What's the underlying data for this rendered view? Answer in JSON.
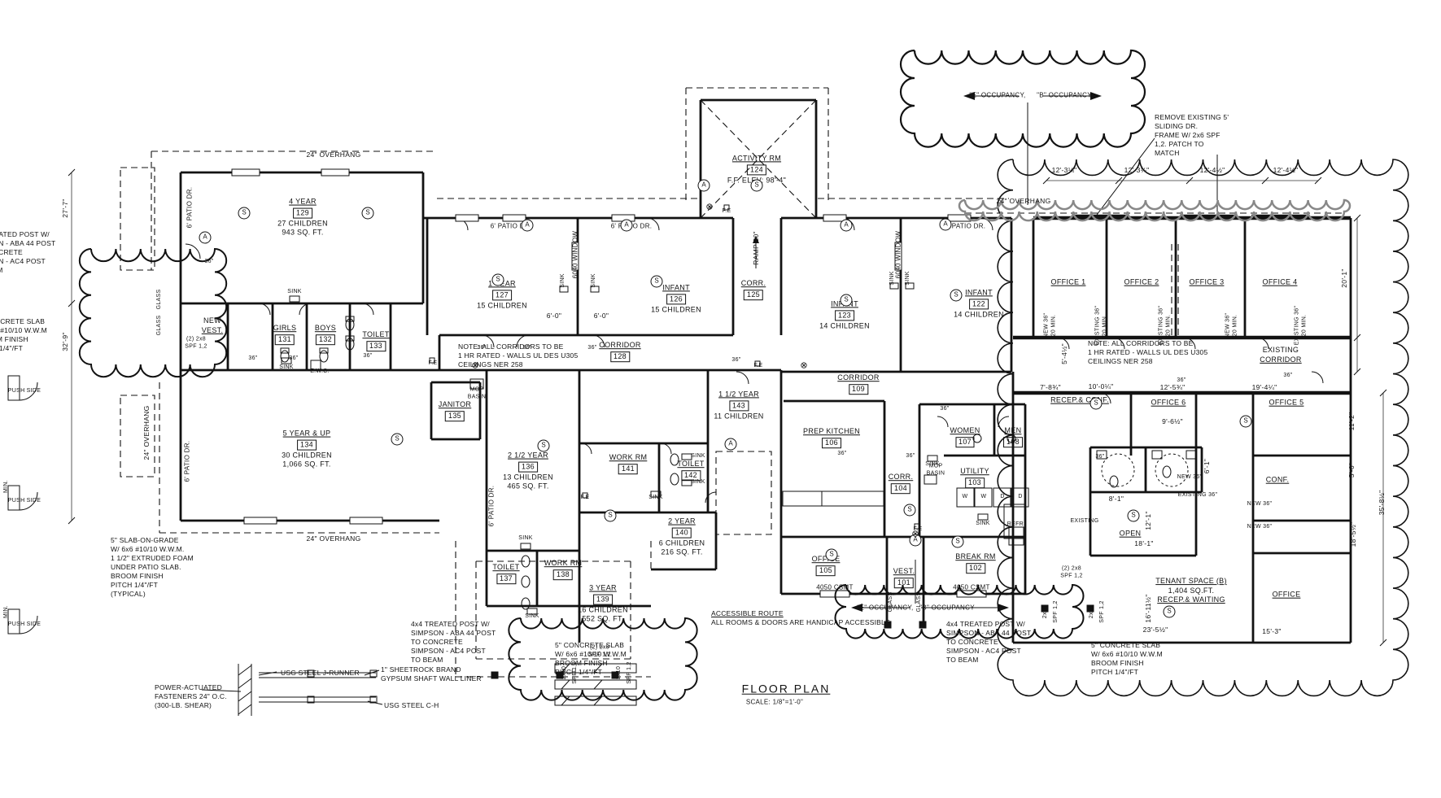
{
  "title": {
    "main": "FLOOR PLAN",
    "scale": "SCALE: 1/8\"=1'-0\""
  },
  "occupancy": {
    "e": "\"E\" OCCUPANCY,",
    "b": "\"B\" OCCUPANCY"
  },
  "rooms": {
    "r129": {
      "name": "4 YEAR",
      "num": "129",
      "l1": "27 CHILDREN",
      "l2": "943 SQ. FT."
    },
    "r131": {
      "name": "GIRLS",
      "num": "131"
    },
    "r132": {
      "name": "BOYS",
      "num": "132"
    },
    "r133": {
      "name": "TOILET",
      "num": "133"
    },
    "vest": {
      "l1": "NEW",
      "name": "VEST."
    },
    "r127": {
      "name": "1 YEAR",
      "num": "127",
      "l1": "15 CHILDREN"
    },
    "r126": {
      "name": "INFANT",
      "num": "126",
      "l1": "15 CHILDREN"
    },
    "r128": {
      "name": "CORRIDOR",
      "num": "128"
    },
    "r124": {
      "name": "ACTIVITY RM",
      "num": "124",
      "l1": "F.F. ELEV: 98'-4\""
    },
    "r125": {
      "name": "CORR.",
      "num": "125"
    },
    "r123": {
      "name": "INFANT",
      "num": "123",
      "l1": "14 CHILDREN"
    },
    "r122": {
      "name": "INFANT",
      "num": "122",
      "l1": "14 CHILDREN"
    },
    "r109": {
      "name": "CORRIDOR",
      "num": "109"
    },
    "r135": {
      "name": "JANITOR",
      "num": "135"
    },
    "r134": {
      "name": "5 YEAR & UP",
      "num": "134",
      "l1": "30 CHILDREN",
      "l2": "1,066 SQ. FT."
    },
    "r136": {
      "name": "2 1/2 YEAR",
      "num": "136",
      "l1": "13 CHILDREN",
      "l2": "465 SQ. FT."
    },
    "r141": {
      "name": "WORK RM",
      "num": "141"
    },
    "r142": {
      "name": "TOILET",
      "num": "142"
    },
    "r143": {
      "name": "1 1/2 YEAR",
      "num": "143",
      "l1": "11 CHILDREN"
    },
    "r106": {
      "name": "PREP KITCHEN",
      "num": "106"
    },
    "r107": {
      "name": "WOMEN",
      "num": "107"
    },
    "r108": {
      "name": "MEN",
      "num": "108"
    },
    "r104": {
      "name": "CORR.",
      "num": "104"
    },
    "r103": {
      "name": "UTILITY",
      "num": "103"
    },
    "r140": {
      "name": "2 YEAR",
      "num": "140",
      "l1": "6 CHILDREN",
      "l2": "216 SQ. FT."
    },
    "r137": {
      "name": "TOILET",
      "num": "137"
    },
    "r138": {
      "name": "WORK RM",
      "num": "138"
    },
    "r139": {
      "name": "3 YEAR",
      "num": "139",
      "l1": "16 CHILDREN",
      "l2": "552 SQ. FT."
    },
    "r105": {
      "name": "OFFICE",
      "num": "105"
    },
    "r101": {
      "name": "VEST.",
      "num": "101"
    },
    "r102": {
      "name": "BREAK RM",
      "num": "102"
    },
    "o1": {
      "name": "OFFICE 1"
    },
    "o2": {
      "name": "OFFICE 2"
    },
    "o3": {
      "name": "OFFICE 3"
    },
    "o4": {
      "name": "OFFICE 4"
    },
    "excor": {
      "l1": "EXISTING",
      "name": "CORRIDOR"
    },
    "recep": {
      "name": "RECEP.& CONF."
    },
    "o6": {
      "name": "OFFICE 6"
    },
    "o5": {
      "name": "OFFICE 5"
    },
    "conf": {
      "name": "CONF."
    },
    "open": {
      "name": "OPEN"
    },
    "tenant": {
      "name": "TENANT SPACE (B)",
      "l1": "1,404 SQ.FT.",
      "l2": "RECEP.& WAITING"
    },
    "osm": {
      "name": "OFFICE"
    }
  },
  "notes": {
    "corridor": [
      "NOTE: ALL CORRIDORS TO BE",
      "1 HR RATED - WALLS UL DES U305",
      "CEILINGS NER 258"
    ],
    "remove": [
      "REMOVE EXISTING 5'",
      "SLIDING DR.",
      "FRAME W/ 2x6 SPF",
      "1,2. PATCH TO",
      "MATCH"
    ],
    "slab_grade": [
      "5\" SLAB-ON-GRADE",
      "W/ 6x6 #10/10 W.W.M.",
      "1 1/2\" EXTRUDED FOAM",
      "UNDER PATIO SLAB.",
      "BROOM FINISH",
      "PITCH 1/4\"/FT",
      "(TYPICAL)"
    ],
    "post": [
      "4x4 TREATED POST W/",
      "SIMPSON - ABA 44 POST",
      "TO CONCRETE",
      "SIMPSON - AC4 POST",
      "TO BEAM"
    ],
    "slab": [
      "5\" CONCRETE SLAB",
      "W/ 6x6 #10/10 W.W.M",
      "BROOM FINISH",
      "PITCH 1/4\"/FT"
    ],
    "access1": "ACCESSIBLE ROUTE",
    "access2": "ALL ROOMS & DOORS ARE HANDICAP ACCESSIBLE",
    "spf1": "(2) 2x8",
    "spf2": "SPF 1,2",
    "jrunner": "USG STEEL J-RUNNER",
    "sheet1": "1\" SHEETROCK BRAND",
    "sheet2": "GYPSUM SHAFT WALL LINER",
    "fast1": "POWER-ACTUATED",
    "fast2": "FASTENERS 24\" O.C.",
    "fast3": "(300-LB. SHEAR)",
    "ch": "USG STEEL C-H",
    "push": "PUSH SIDE",
    "min": "MIN."
  },
  "dims": {
    "ov": "24\" OVERHANG",
    "d277": "27'-7\"",
    "d329": "32'-9\"",
    "t1": "12'-3¼\"",
    "t3": "12'-4½\"",
    "d201": "20'-1\"",
    "d544": "5'-4½\"",
    "d783": "7'-8¾\"",
    "d100": "10'-0¼\"",
    "d125": "12'-5¾\"",
    "d194": "19'-4¼\"",
    "d96": "9'-6½\"",
    "d81": "8'-1\"",
    "d61": "6'-1\"",
    "d121": "12'-1\"",
    "d181": "18'-1\"",
    "d1611": "16'-11½\"",
    "d235": "23'-5½\"",
    "d153": "15'-3\"",
    "d112": "11'-2\"",
    "d56": "5'-6\"",
    "d358": "35'-8½\"",
    "d185": "18'-5½\"",
    "d60": "6'-0\"",
    "ramp": "RAMP 20\""
  },
  "labels": {
    "patio": "6' PATIO DR.",
    "win": "6040 WINDOW",
    "csmt": "4050 CSMT",
    "sink": "SINK",
    "mop1": "MOP",
    "mop2": "BASIN",
    "ewc": "E.W.C.",
    "fe": "F.E",
    "refr": "REFR.",
    "glass": "GLASS",
    "w": "W",
    "d": "D",
    "existing": "EXISTING",
    "new36": "NEW 36\"",
    "ex36": "EXISTING 36\"",
    "min20": "20 MIN.",
    "d36": "36\"",
    "p210": "2x10"
  },
  "symbols": {
    "s": "S",
    "a": "A",
    "x": "⊗"
  }
}
